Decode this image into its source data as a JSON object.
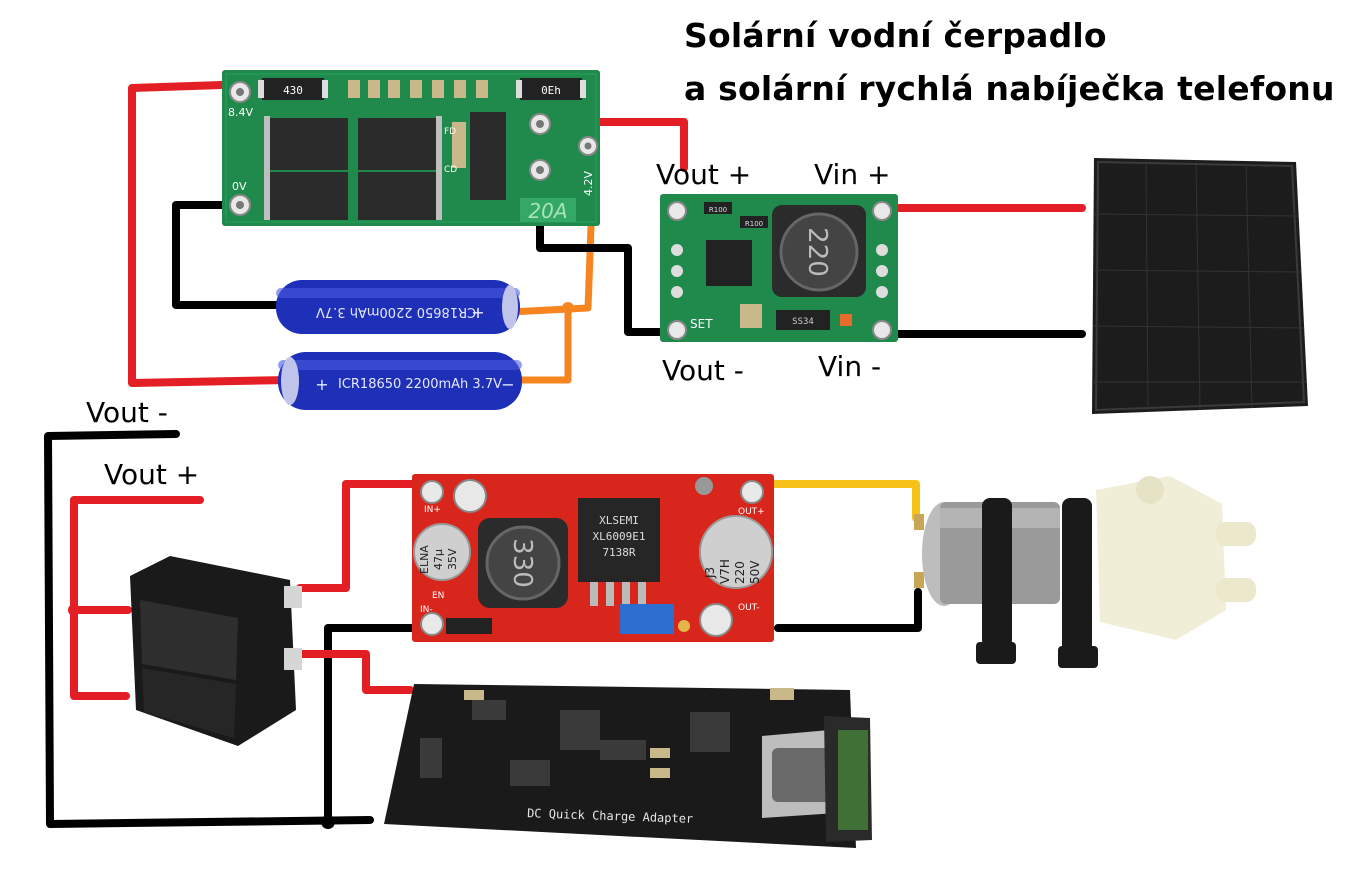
{
  "title": {
    "line1": "Solární vodní čerpadlo",
    "line2": "a solární rychlá nabíječka telefonu"
  },
  "labels": {
    "boost_vout_plus": "Vout +",
    "boost_vin_plus": "Vin +",
    "boost_vout_minus": "Vout -",
    "boost_vin_minus": "Vin -",
    "left_vout_minus": "Vout -",
    "left_vout_plus": "Vout +"
  },
  "bms": {
    "pad_84v": "8.4V",
    "pad_0v": "0V",
    "pad_42v": "4.2V",
    "rating": "20A",
    "res_left": "430",
    "res_right": "0Eh",
    "pad_fd": "FD",
    "pad_cd": "CD"
  },
  "batteries": {
    "top": "ICR18650 2200mAh 3.7V",
    "bottom": "ICR18650 2200mAh 3.7V",
    "plus": "+",
    "minus": "−"
  },
  "boost": {
    "inductor": "220",
    "set": "SET",
    "diode": "SS34",
    "res1": "R100",
    "res2": "R100"
  },
  "buck": {
    "inductor": "330",
    "chip_line1": "XLSEMI",
    "chip_line2": "XL6009E1",
    "chip_line3": "7138R",
    "cap_left_line1": "ELNA",
    "cap_left_line2": "47μ",
    "cap_left_line3": "35V",
    "cap_right_line1": "J3",
    "cap_right_line2": "V7H",
    "cap_right_line3": "220",
    "cap_right_line4": "50V",
    "in_plus": "IN+",
    "in_minus": "IN-",
    "out_plus": "OUT+",
    "out_minus": "OUT-",
    "en": "EN"
  },
  "charger": {
    "label": "DC Quick Charge Adapter"
  },
  "colors": {
    "wire_red": "#e31e24",
    "wire_black": "#000000",
    "wire_orange": "#f7851f",
    "wire_yellow": "#f6c21a",
    "pcb_green": "#1f8a4c",
    "pcb_red": "#d9261c",
    "pcb_black": "#1a1a1a",
    "battery_blue": "#1e2fb8",
    "solar_panel": "#1c1c1c"
  }
}
